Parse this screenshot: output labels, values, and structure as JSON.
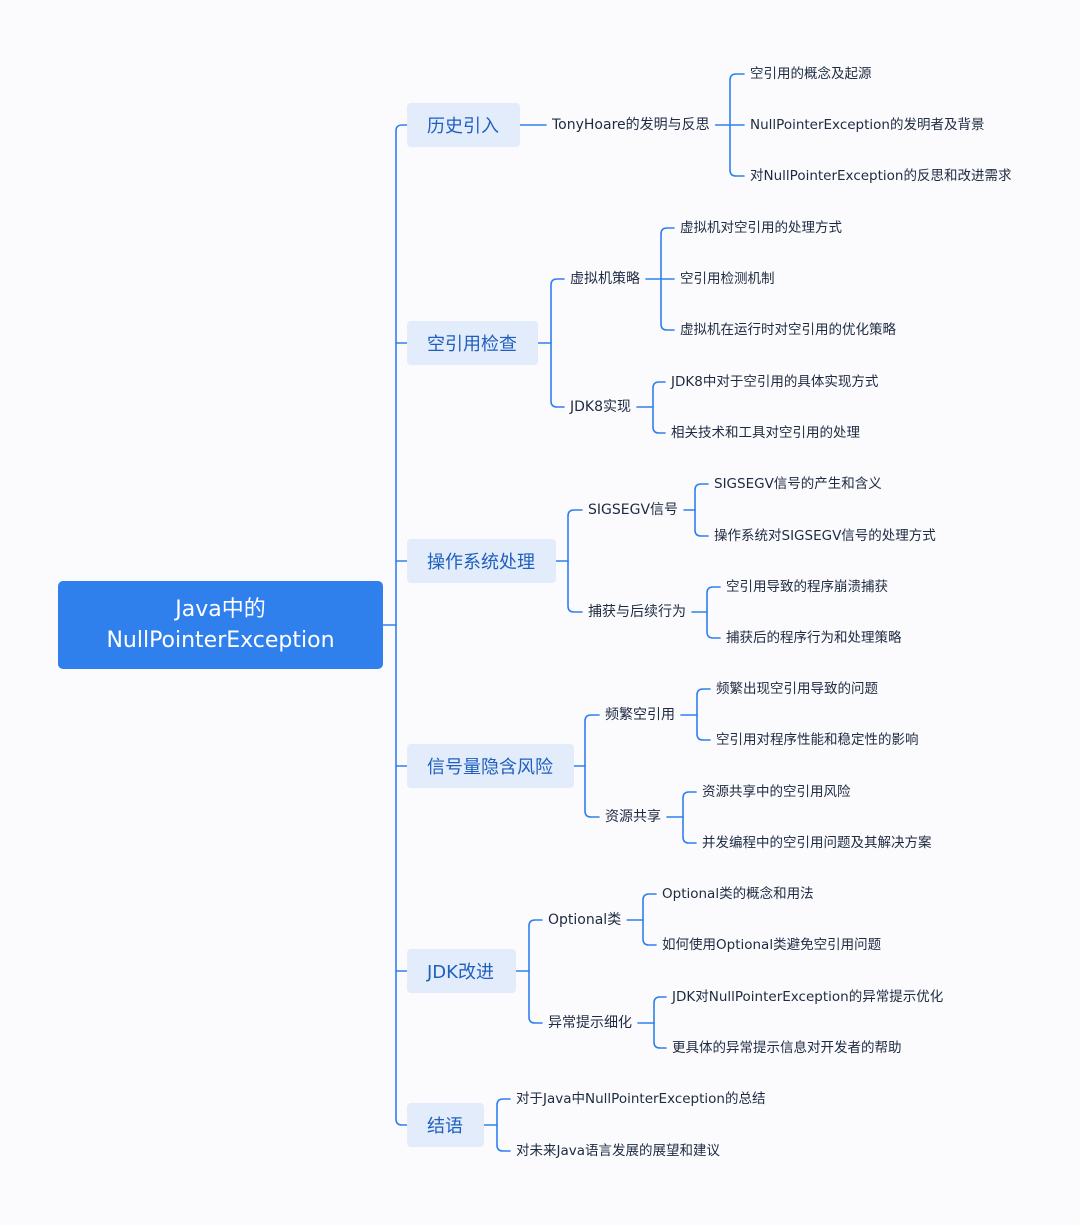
{
  "root": {
    "line1": "Java中的",
    "line2": "NullPointerException"
  },
  "branches": [
    {
      "label": "历史引入",
      "children": [
        {
          "label": "TonyHoare的发明与反思",
          "children": [
            "空引用的概念及起源",
            "NullPointerException的发明者及背景",
            "对NullPointerException的反思和改进需求"
          ]
        }
      ]
    },
    {
      "label": "空引用检查",
      "children": [
        {
          "label": "虚拟机策略",
          "children": [
            "虚拟机对空引用的处理方式",
            "空引用检测机制",
            "虚拟机在运行时对空引用的优化策略"
          ]
        },
        {
          "label": "JDK8实现",
          "children": [
            "JDK8中对于空引用的具体实现方式",
            "相关技术和工具对空引用的处理"
          ]
        }
      ]
    },
    {
      "label": "操作系统处理",
      "children": [
        {
          "label": "SIGSEGV信号",
          "children": [
            "SIGSEGV信号的产生和含义",
            "操作系统对SIGSEGV信号的处理方式"
          ]
        },
        {
          "label": "捕获与后续行为",
          "children": [
            "空引用导致的程序崩溃捕获",
            "捕获后的程序行为和处理策略"
          ]
        }
      ]
    },
    {
      "label": "信号量隐含风险",
      "children": [
        {
          "label": "频繁空引用",
          "children": [
            "频繁出现空引用导致的问题",
            "空引用对程序性能和稳定性的影响"
          ]
        },
        {
          "label": "资源共享",
          "children": [
            "资源共享中的空引用风险",
            "并发编程中的空引用问题及其解决方案"
          ]
        }
      ]
    },
    {
      "label": "JDK改进",
      "children": [
        {
          "label": "Optional类",
          "children": [
            "Optional类的概念和用法",
            "如何使用Optional类避免空引用问题"
          ]
        },
        {
          "label": "异常提示细化",
          "children": [
            "JDK对NullPointerException的异常提示优化",
            "更具体的异常提示信息对开发者的帮助"
          ]
        }
      ]
    },
    {
      "label": "结语",
      "leaves": [
        "对于Java中NullPointerException的总结",
        "对未来Java语言发展的展望和建议"
      ]
    }
  ],
  "colors": {
    "line": "#2f80ed",
    "root_bg": "#2f80ed",
    "branch_bg": "#e3ecfb",
    "branch_text": "#1f5fbf",
    "leaf_text": "#1d2a40"
  }
}
